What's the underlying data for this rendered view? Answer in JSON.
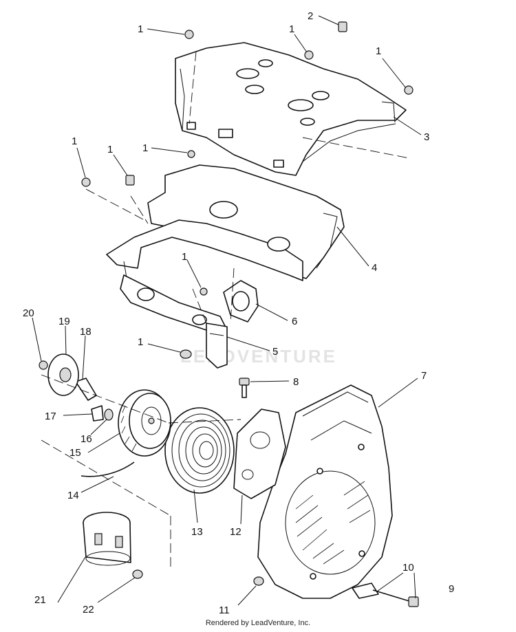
{
  "callouts": {
    "c1a": "1",
    "c1b": "1",
    "c1c": "1",
    "c1d": "1",
    "c1e": "1",
    "c1f": "1",
    "c1g": "1",
    "c1h": "1",
    "c2": "2",
    "c3": "3",
    "c4": "4",
    "c5": "5",
    "c6": "6",
    "c7": "7",
    "c8": "8",
    "c9": "9",
    "c10": "10",
    "c11": "11",
    "c12": "12",
    "c13": "13",
    "c14": "14",
    "c15": "15",
    "c16": "16",
    "c17": "17",
    "c18": "18",
    "c19": "19",
    "c20": "20",
    "c21": "21",
    "c22": "22"
  },
  "watermark": "LEADVENTURE",
  "credit": "Rendered by LeadVenture, Inc."
}
